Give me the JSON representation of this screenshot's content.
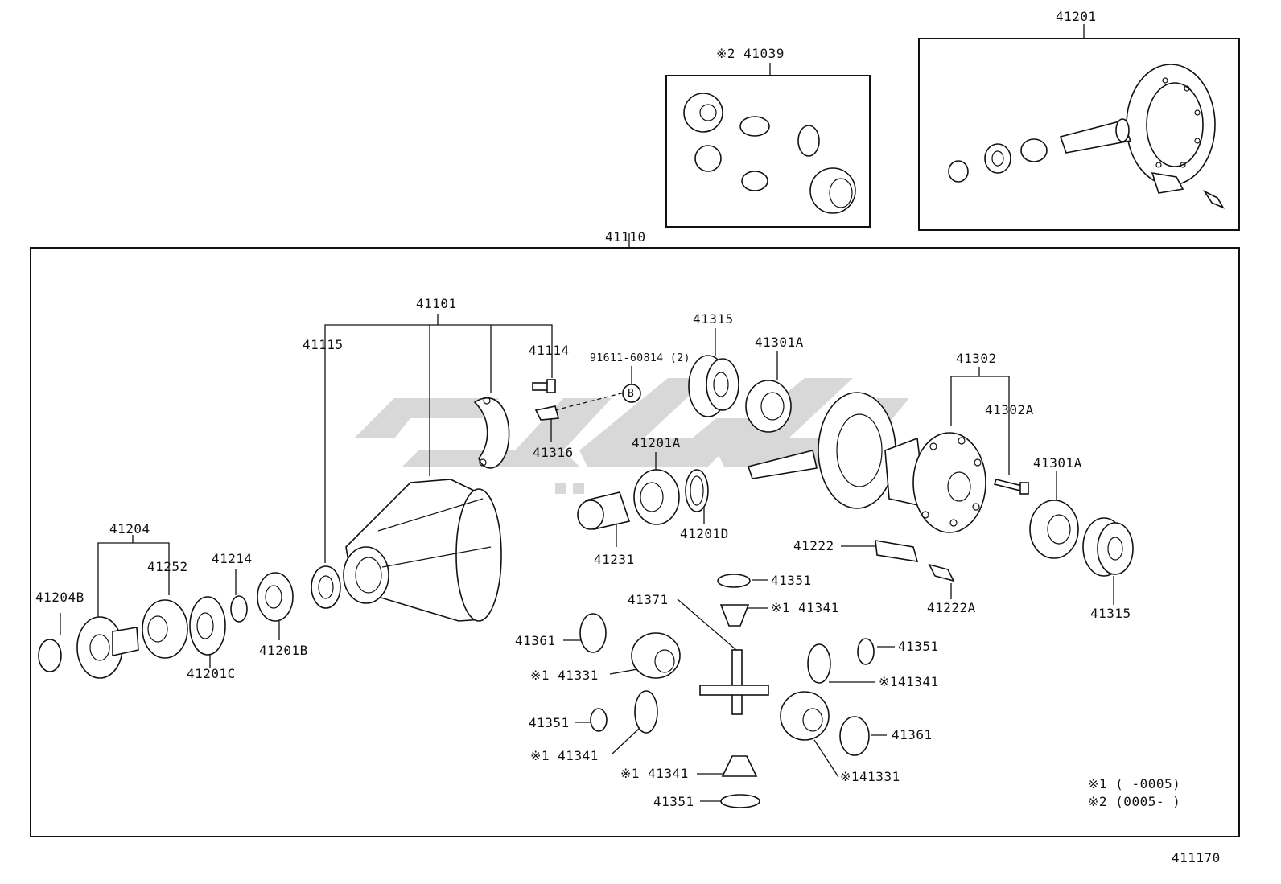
{
  "diagram_id": "411170",
  "labels": {
    "top_41201": "41201",
    "top_41039": "※2 41039",
    "assy_41110": "41110",
    "carrier_41101": "41101",
    "bolt_41115": "41115",
    "bolt_41114": "41114",
    "bolt_91611": "91611-60814 (2)",
    "ref_b": "B",
    "clip_41316": "41316",
    "bearing_41315_top": "41315",
    "bearing_41301a_top": "41301A",
    "case_41302": "41302",
    "bolt_41302a": "41302A",
    "bearing_41301a_right": "41301A",
    "bearing_41315_right": "41315",
    "bearing_41201a": "41201A",
    "spacer_41231": "41231",
    "washer_41201d": "41201D",
    "plug_41222": "41222",
    "bolt_41222a": "41222A",
    "flange_41204": "41204",
    "nut_41204b": "41204B",
    "deflector_41252": "41252",
    "washer_41214": "41214",
    "bearing_41201c": "41201C",
    "bearing_41201b": "41201B",
    "shaft_41371": "41371",
    "washer_41351_a": "41351",
    "pinion_41341_a": "※1 41341",
    "washer_41361_left": "41361",
    "gear_41331_left": "※1 41331",
    "washer_41351_left": "41351",
    "pinion_41341_left": "※1 41341",
    "pinion_41341_bottom": "※1 41341",
    "washer_41351_bottom": "41351",
    "washer_41351_right": "41351",
    "pinion_41341_right": "※141341",
    "washer_41361_right": "41361",
    "gear_41331_right": "※141331"
  },
  "legend": {
    "note1": "※1 (      -0005)",
    "note2": "※2 (0005-      )"
  }
}
